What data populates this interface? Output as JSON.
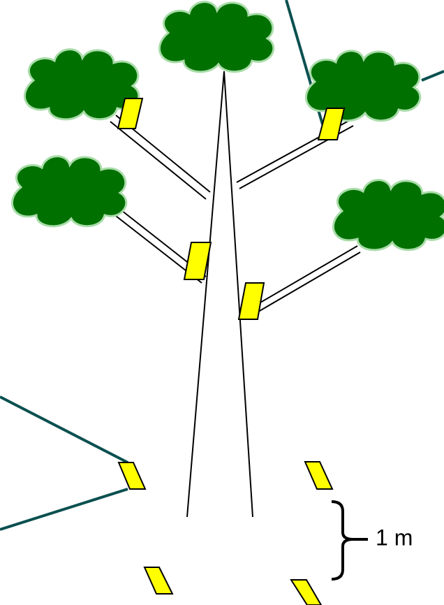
{
  "colors": {
    "canopy_fill": "#007000",
    "canopy_outline": "#a8dca8",
    "branch": "#000000",
    "trunk": "#000000",
    "sensor_fill": "#ffff00",
    "sensor_outline": "#000000",
    "cable": "#0b5050",
    "scale_bracket": "#000000"
  },
  "scale": {
    "label": "1 m"
  },
  "icons": {
    "canopy": "cloud-shape",
    "sensor": "yellow-parallelogram"
  }
}
